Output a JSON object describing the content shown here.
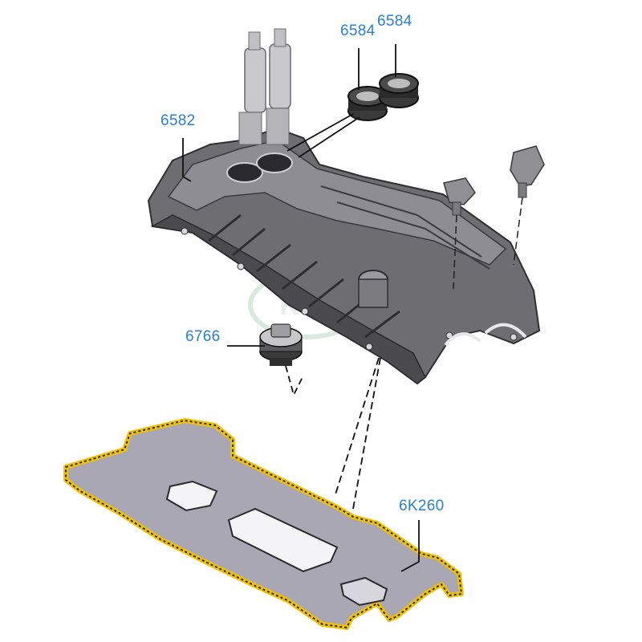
{
  "diagram": {
    "type": "exploded-parts-diagram",
    "subject": "engine valve cover assembly",
    "watermark_text": "KAT",
    "callouts": [
      {
        "id": "c1",
        "text": "6584",
        "part": "valve-cover-seal-left"
      },
      {
        "id": "c2",
        "text": "6584",
        "part": "valve-cover-seal-right"
      },
      {
        "id": "c3",
        "text": "6582",
        "part": "valve-cover"
      },
      {
        "id": "c4",
        "text": "6766",
        "part": "oil-filler-cap"
      },
      {
        "id": "c5",
        "text": "6K260",
        "part": "valve-cover-gasket"
      }
    ],
    "colors": {
      "callout_text": "#2a7fd4",
      "gasket_highlight": "#f2c200",
      "gasket_fill": "#a9a7b3",
      "cover_fill": "#6e6e72",
      "cover_dark": "#3f3f43",
      "seal_fill": "#2b2b2b",
      "watermark": "#cfe3d4"
    }
  }
}
